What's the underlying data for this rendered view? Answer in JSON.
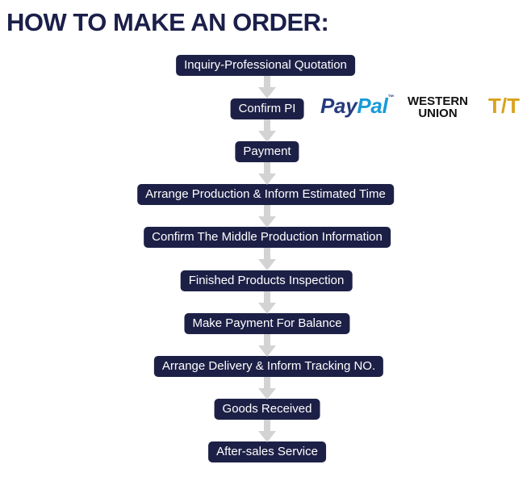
{
  "header": {
    "title": "HOW TO MAKE AN ORDER:"
  },
  "flow": {
    "steps": [
      "Inquiry-Professional Quotation",
      "Confirm PI",
      "Payment",
      "Arrange Production & Inform Estimated Time",
      "Confirm The Middle Production Information",
      "Finished Products Inspection",
      "Make Payment For Balance",
      "Arrange Delivery & Inform Tracking NO.",
      "Goods Received",
      "After-sales Service"
    ]
  },
  "payment_methods": {
    "paypal_part1": "Pay",
    "paypal_part2": "Pal",
    "paypal_tm": "™",
    "western_union_line1": "WESTERN",
    "western_union_line2": "UNION",
    "tt": "T/T"
  },
  "colors": {
    "title": "#1b1f4a",
    "step_background": "#1d2046",
    "step_text": "#ffffff",
    "arrow": "#d3d3d3",
    "paypal_dark": "#253b80",
    "paypal_light": "#179bd7",
    "tt": "#d9a21b"
  }
}
